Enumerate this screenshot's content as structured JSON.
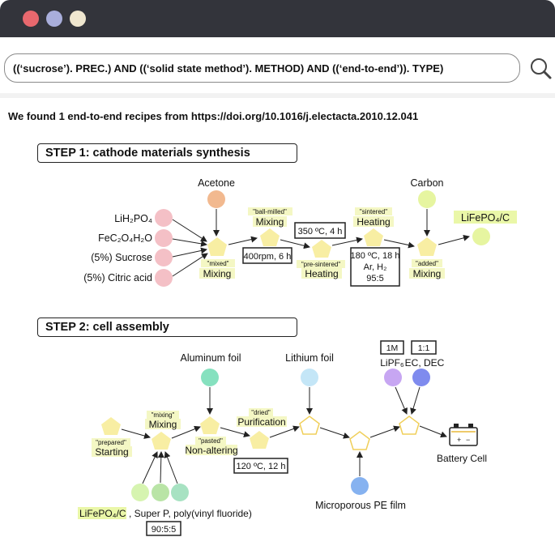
{
  "window": {
    "controls": [
      {
        "name": "close",
        "color": "#e8686e"
      },
      {
        "name": "minimize",
        "color": "#a9aedb"
      },
      {
        "name": "maximize",
        "color": "#efe6cf"
      }
    ]
  },
  "search": {
    "query": "((‘sucrose’). PREC.) AND ((‘solid state method’). METHOD) AND ((‘end-to-end’)). TYPE)",
    "icon": "search-icon"
  },
  "result_text": "We found 1 end-to-end recipes from https://doi.org/10.1016/j.electacta.2010.12.041",
  "step1": {
    "title": "STEP 1: cathode materials synthesis",
    "precursors": [
      "LiH₂PO₄",
      "FeC₂O₄H₂O",
      "(5%) Sucrose",
      "(5%) Citric acid"
    ],
    "acetone": "Acetone",
    "carbon": "Carbon",
    "ops": {
      "mix1_tag": "\"mixed\"",
      "mix1_label": "Mixing",
      "ball_tag": "\"ball-milled\"",
      "ball_label": "Mixing",
      "ball_cond": "400rpm, 6 h",
      "pre_tag": "\"pre-sintered\"",
      "pre_label": "Heating",
      "pre_cond": "350 ºC, 4 h",
      "sint_tag": "\"sintered\"",
      "sint_label": "Heating",
      "sint_cond": [
        "180 ºC, 18 h",
        "Ar, H₂",
        "95:5"
      ],
      "add_tag": "\"added\"",
      "add_label": "Mixing"
    },
    "product": "LiFePO₄/C"
  },
  "step2": {
    "title": "STEP 2: cell assembly",
    "ops": {
      "start_tag": "\"prepared\"",
      "start_label": "Starting",
      "mix_tag": "\"mixing\"",
      "mix_label": "Mixing",
      "paste_tag": "\"pasted\"",
      "paste_label": "Non-altering",
      "dry_tag": "\"dried\"",
      "dry_label": "Purification",
      "dry_cond": "120 ºC, 12 h"
    },
    "aluminum": "Aluminum foil",
    "lithium": "Lithium foil",
    "lipf6": "LiPF₆",
    "lipf6_conc": "1M",
    "ecdec": "EC, DEC",
    "ecdec_ratio": "1:1",
    "separator": "Microporous PE film",
    "battery": "Battery Cell",
    "materials_highlight": "LiFePO₄/C",
    "materials_rest": ", Super P, poly(vinyl fluoride)",
    "materials_ratio": "90:5:5"
  },
  "colors": {
    "pink": "#f4c0c6",
    "orange": "#f2b98f",
    "lime": "#e6f5a0",
    "teal": "#86e1bf",
    "sky": "#c4e6f7",
    "violet": "#c7a6f2",
    "indigo": "#7f8bee",
    "blue": "#86b2f0",
    "pentagon": "#f8eea3",
    "tag": "#f4f7c4",
    "green1": "#d6f4b0",
    "green2": "#b9e4a6",
    "green3": "#a7e2c2"
  }
}
